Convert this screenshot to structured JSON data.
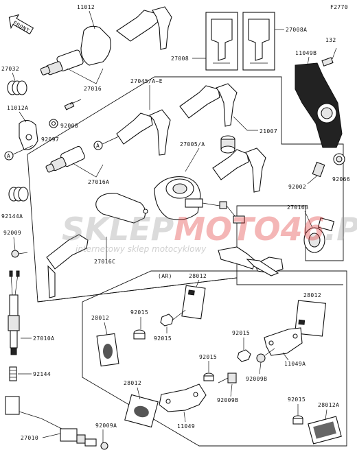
{
  "figure_code": "F2770",
  "front_label": "FRONT",
  "section_label": "(AR)",
  "watermark": {
    "brand_part1": "SKLEP",
    "brand_part2": "MOTO",
    "brand_part3": "46",
    "brand_part4": ".PL",
    "tagline": "internetowy sklep motocyklowy"
  },
  "parts": {
    "p11012": "11012",
    "p27016": "27016",
    "p27032": "27032",
    "p11012a": "11012A",
    "p92008": "92008",
    "p92097": "92097",
    "p27008": "27008",
    "p27008a": "27008A",
    "p132": "132",
    "p11049b": "11049B",
    "p27045": "27045/A~E",
    "p21007": "21007",
    "p27005": "27005/A",
    "p27016a": "27016A",
    "p92144a": "92144A",
    "p92009": "92009",
    "p27016c": "27016C",
    "p92002": "92002",
    "p92066": "92066",
    "p27016b": "27016B",
    "p27010a": "27010A",
    "p92144": "92144",
    "p27010": "27010",
    "p92009a": "92009A",
    "p28012_1": "28012",
    "p28012_2": "28012",
    "p28012_3": "28012",
    "p28012_4": "28012",
    "p28012a": "28012A",
    "p92015_1": "92015",
    "p92015_2": "92015",
    "p92015_3": "92015",
    "p92015_4": "92015",
    "p92015_5": "92015",
    "p11049a": "11049A",
    "p92009b_1": "92009B",
    "p92009b_2": "92009B",
    "p11049": "11049",
    "callout_a1": "A",
    "callout_a2": "A"
  }
}
